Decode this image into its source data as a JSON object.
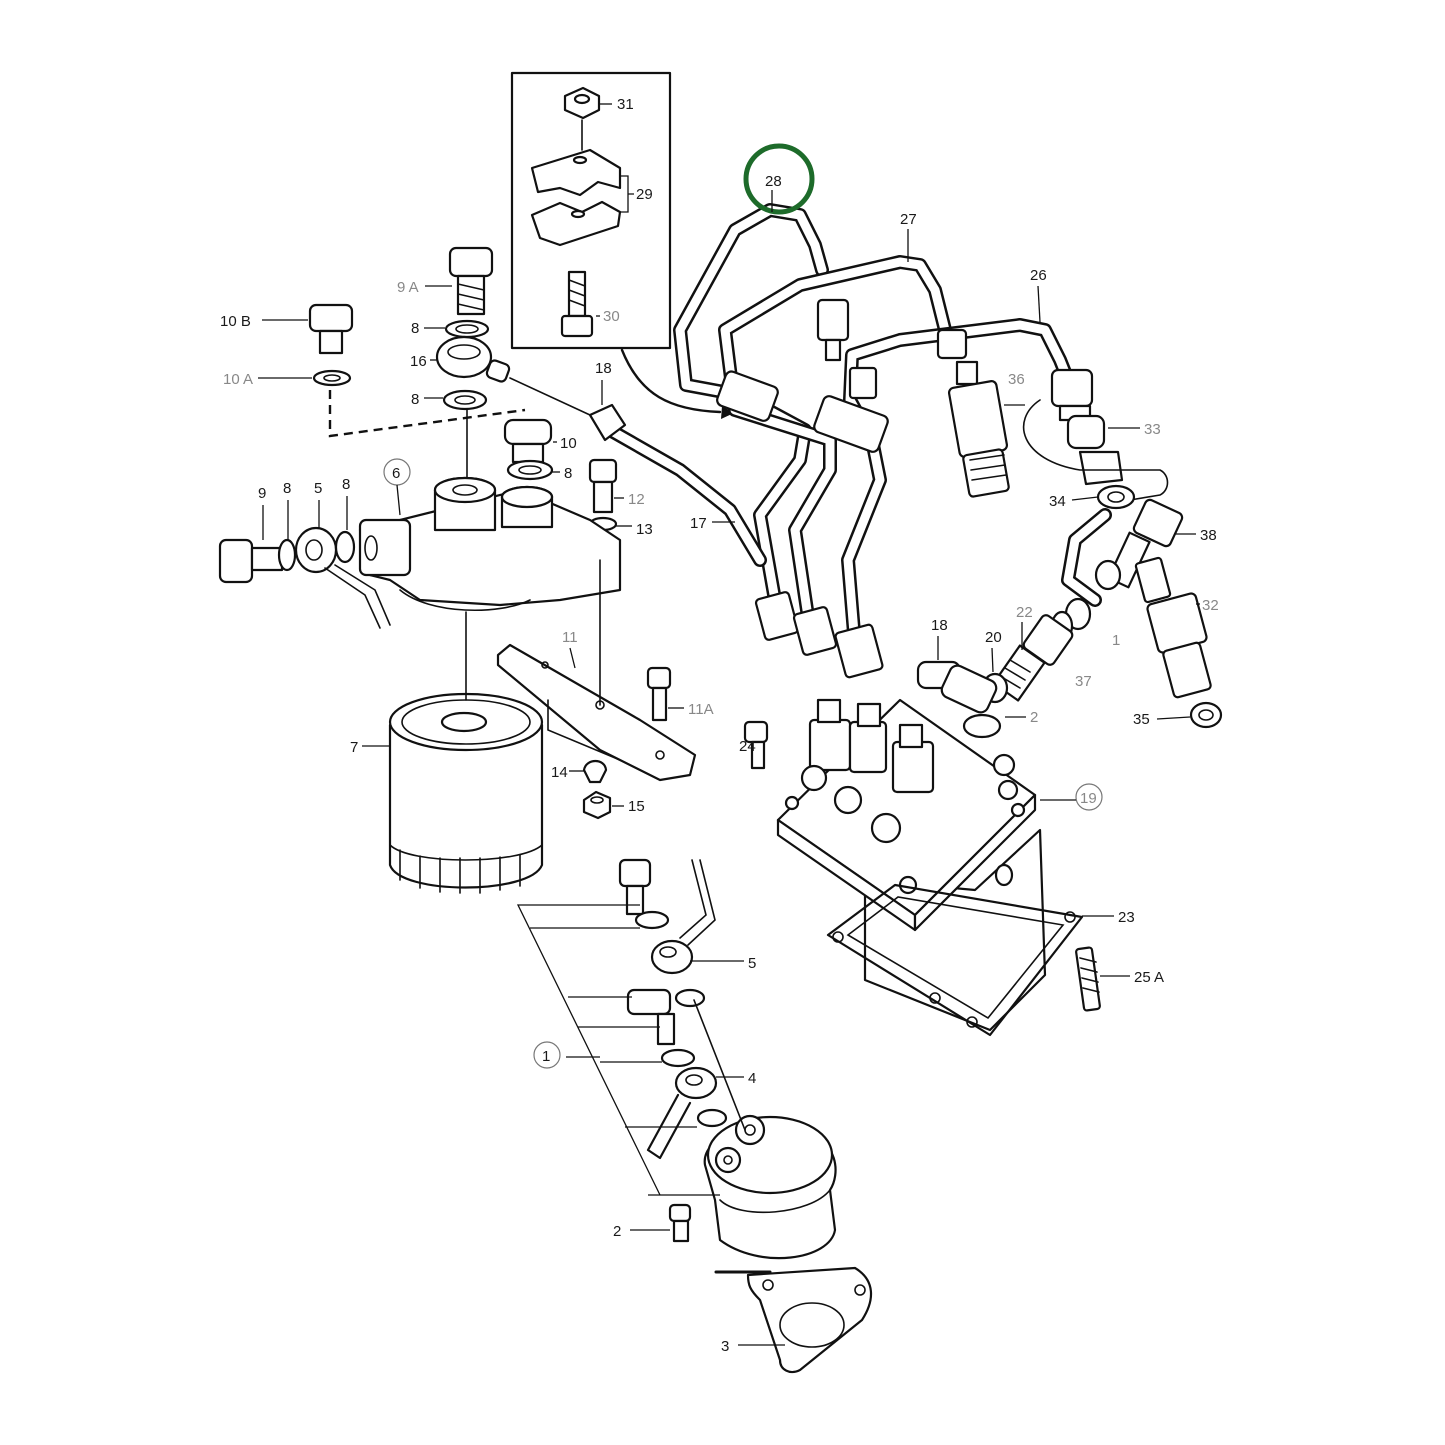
{
  "diagram": {
    "highlight_color": "#1d6b2a",
    "callouts": {
      "c31": "31",
      "c29": "29",
      "c30": "30",
      "c28": "28",
      "c27": "27",
      "c26": "26",
      "c36": "36",
      "c33": "33",
      "c34": "34",
      "c38": "38",
      "c32": "32",
      "c35": "35",
      "c9A": "9 A",
      "c10B": "10 B",
      "c10A": "10 A",
      "c8a": "8",
      "c16": "16",
      "c8b": "8",
      "c18a": "18",
      "c10": "10",
      "c8c": "8",
      "c6": "6",
      "c12": "12",
      "c13": "13",
      "c9": "9",
      "c8d": "8",
      "c5a": "5",
      "c8e": "8",
      "c17": "17",
      "c11": "11",
      "c11A": "11A",
      "c7": "7",
      "c14": "14",
      "c15": "15",
      "c24": "24",
      "c18b": "18",
      "c20": "20",
      "c22": "22",
      "c21": "2",
      "c37": "37",
      "c19": "19",
      "c23": "23",
      "c25A": "25 A",
      "c5b": "5",
      "c1": "1",
      "c4": "4",
      "c2": "2",
      "c3": "3"
    }
  }
}
